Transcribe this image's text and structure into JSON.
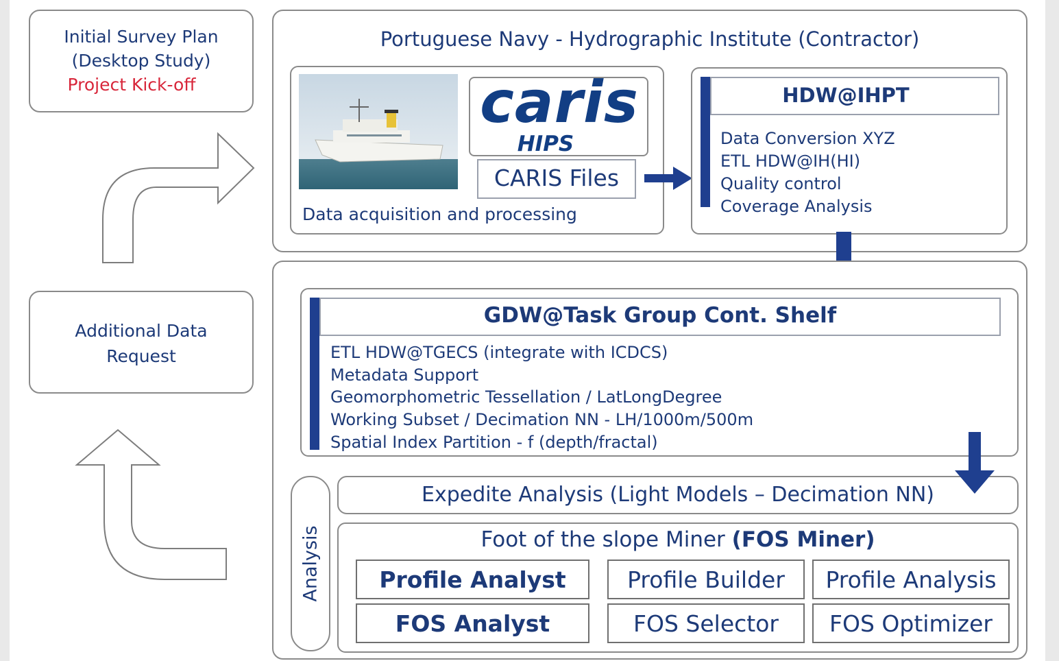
{
  "left": {
    "survey_plan_line1": "Initial Survey Plan",
    "survey_plan_line2": "(Desktop Study)",
    "kickoff": "Project Kick-off",
    "additional_line1": "Additional Data",
    "additional_line2": "Request"
  },
  "contractor": {
    "title": "Portuguese Navy - Hydrographic Institute (Contractor)",
    "acq_caption": "Data acquisition and processing",
    "logo_text": "caris",
    "logo_sub": "HIPS",
    "caris_files": "CARIS Files"
  },
  "hdw": {
    "title": "HDW@IHPT",
    "items": [
      "Data Conversion XYZ",
      "ETL HDW@IH(HI)",
      "Quality control",
      "Coverage Analysis"
    ]
  },
  "gdw": {
    "title": "GDW@Task Group Cont. Shelf",
    "items": [
      "ETL HDW@TGECS (integrate with ICDCS)",
      "Metadata Support",
      "Geomorphometric Tessellation / LatLongDegree",
      "Working Subset / Decimation NN - LH/1000m/500m",
      "Spatial Index Partition - f (depth/fractal)"
    ]
  },
  "analysis": {
    "side_label": "Analysis",
    "expedite": "Expedite Analysis (Light Models – Decimation NN)",
    "fos_title_normal": "Foot of the slope Miner ",
    "fos_title_bold": "(FOS Miner)",
    "cells": [
      "Profile Analyst",
      "Profile Builder",
      "Profile Analysis",
      "FOS Analyst",
      "FOS Selector",
      "FOS Optimizer"
    ]
  },
  "colors": {
    "navy": "#1f3f8f",
    "kickoff_red": "#d8263a",
    "border": "#8a8a8a"
  }
}
